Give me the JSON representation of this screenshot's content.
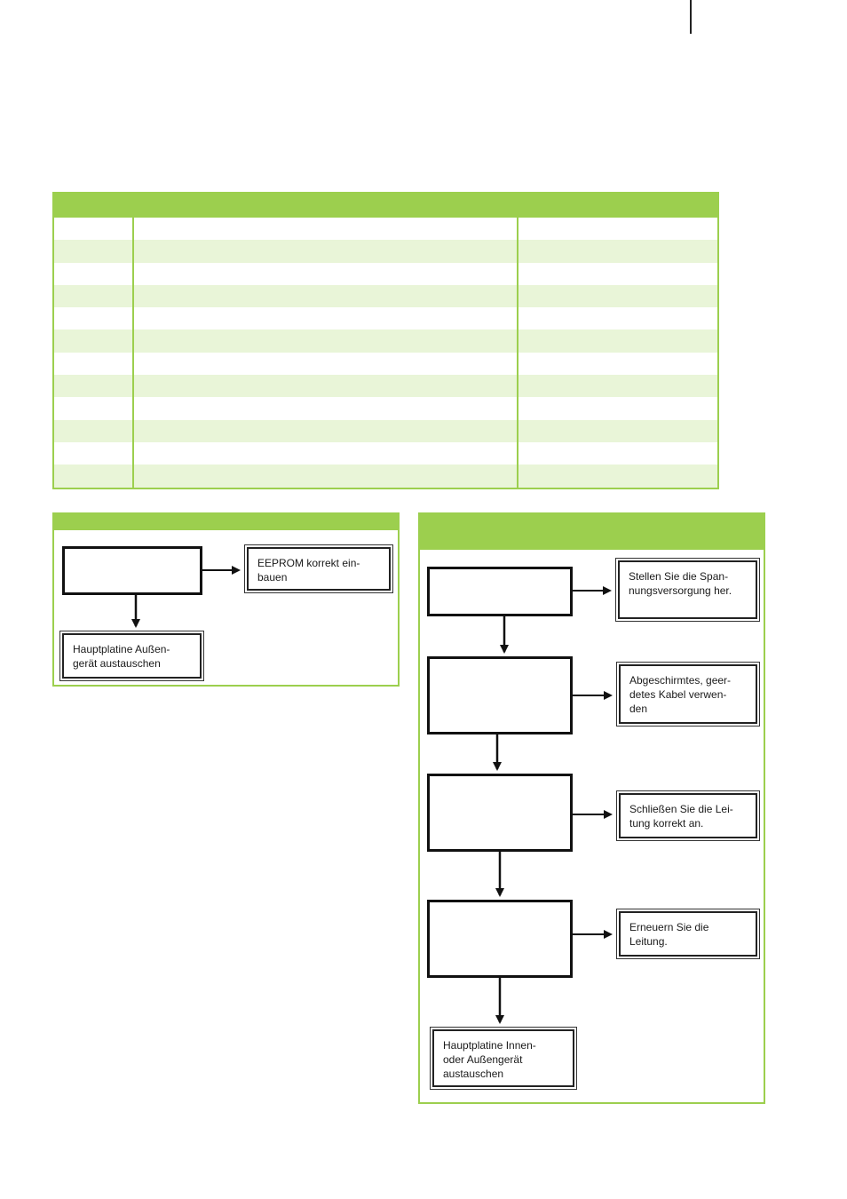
{
  "left_flow": {
    "solution_1": "EEPROM korrekt ein-\nbauen",
    "solution_2": "Hauptplatine Außen-\ngerät austauschen"
  },
  "right_flow": {
    "solution_1": "Stellen Sie die Span-\nnungsversorgung her.",
    "solution_2": "Abgeschirmtes, geer-\ndetes Kabel verwen-\nden",
    "solution_3": "Schließen Sie die Lei-\ntung korrekt an.",
    "solution_4": "Erneuern Sie die\nLeitung.",
    "solution_final": "Hauptplatine Innen-\noder Außengerät\naustauschen"
  },
  "colors": {
    "accent_green": "#9ccf4e",
    "row_tint": "#e9f5d8",
    "border_dark": "#111111"
  }
}
